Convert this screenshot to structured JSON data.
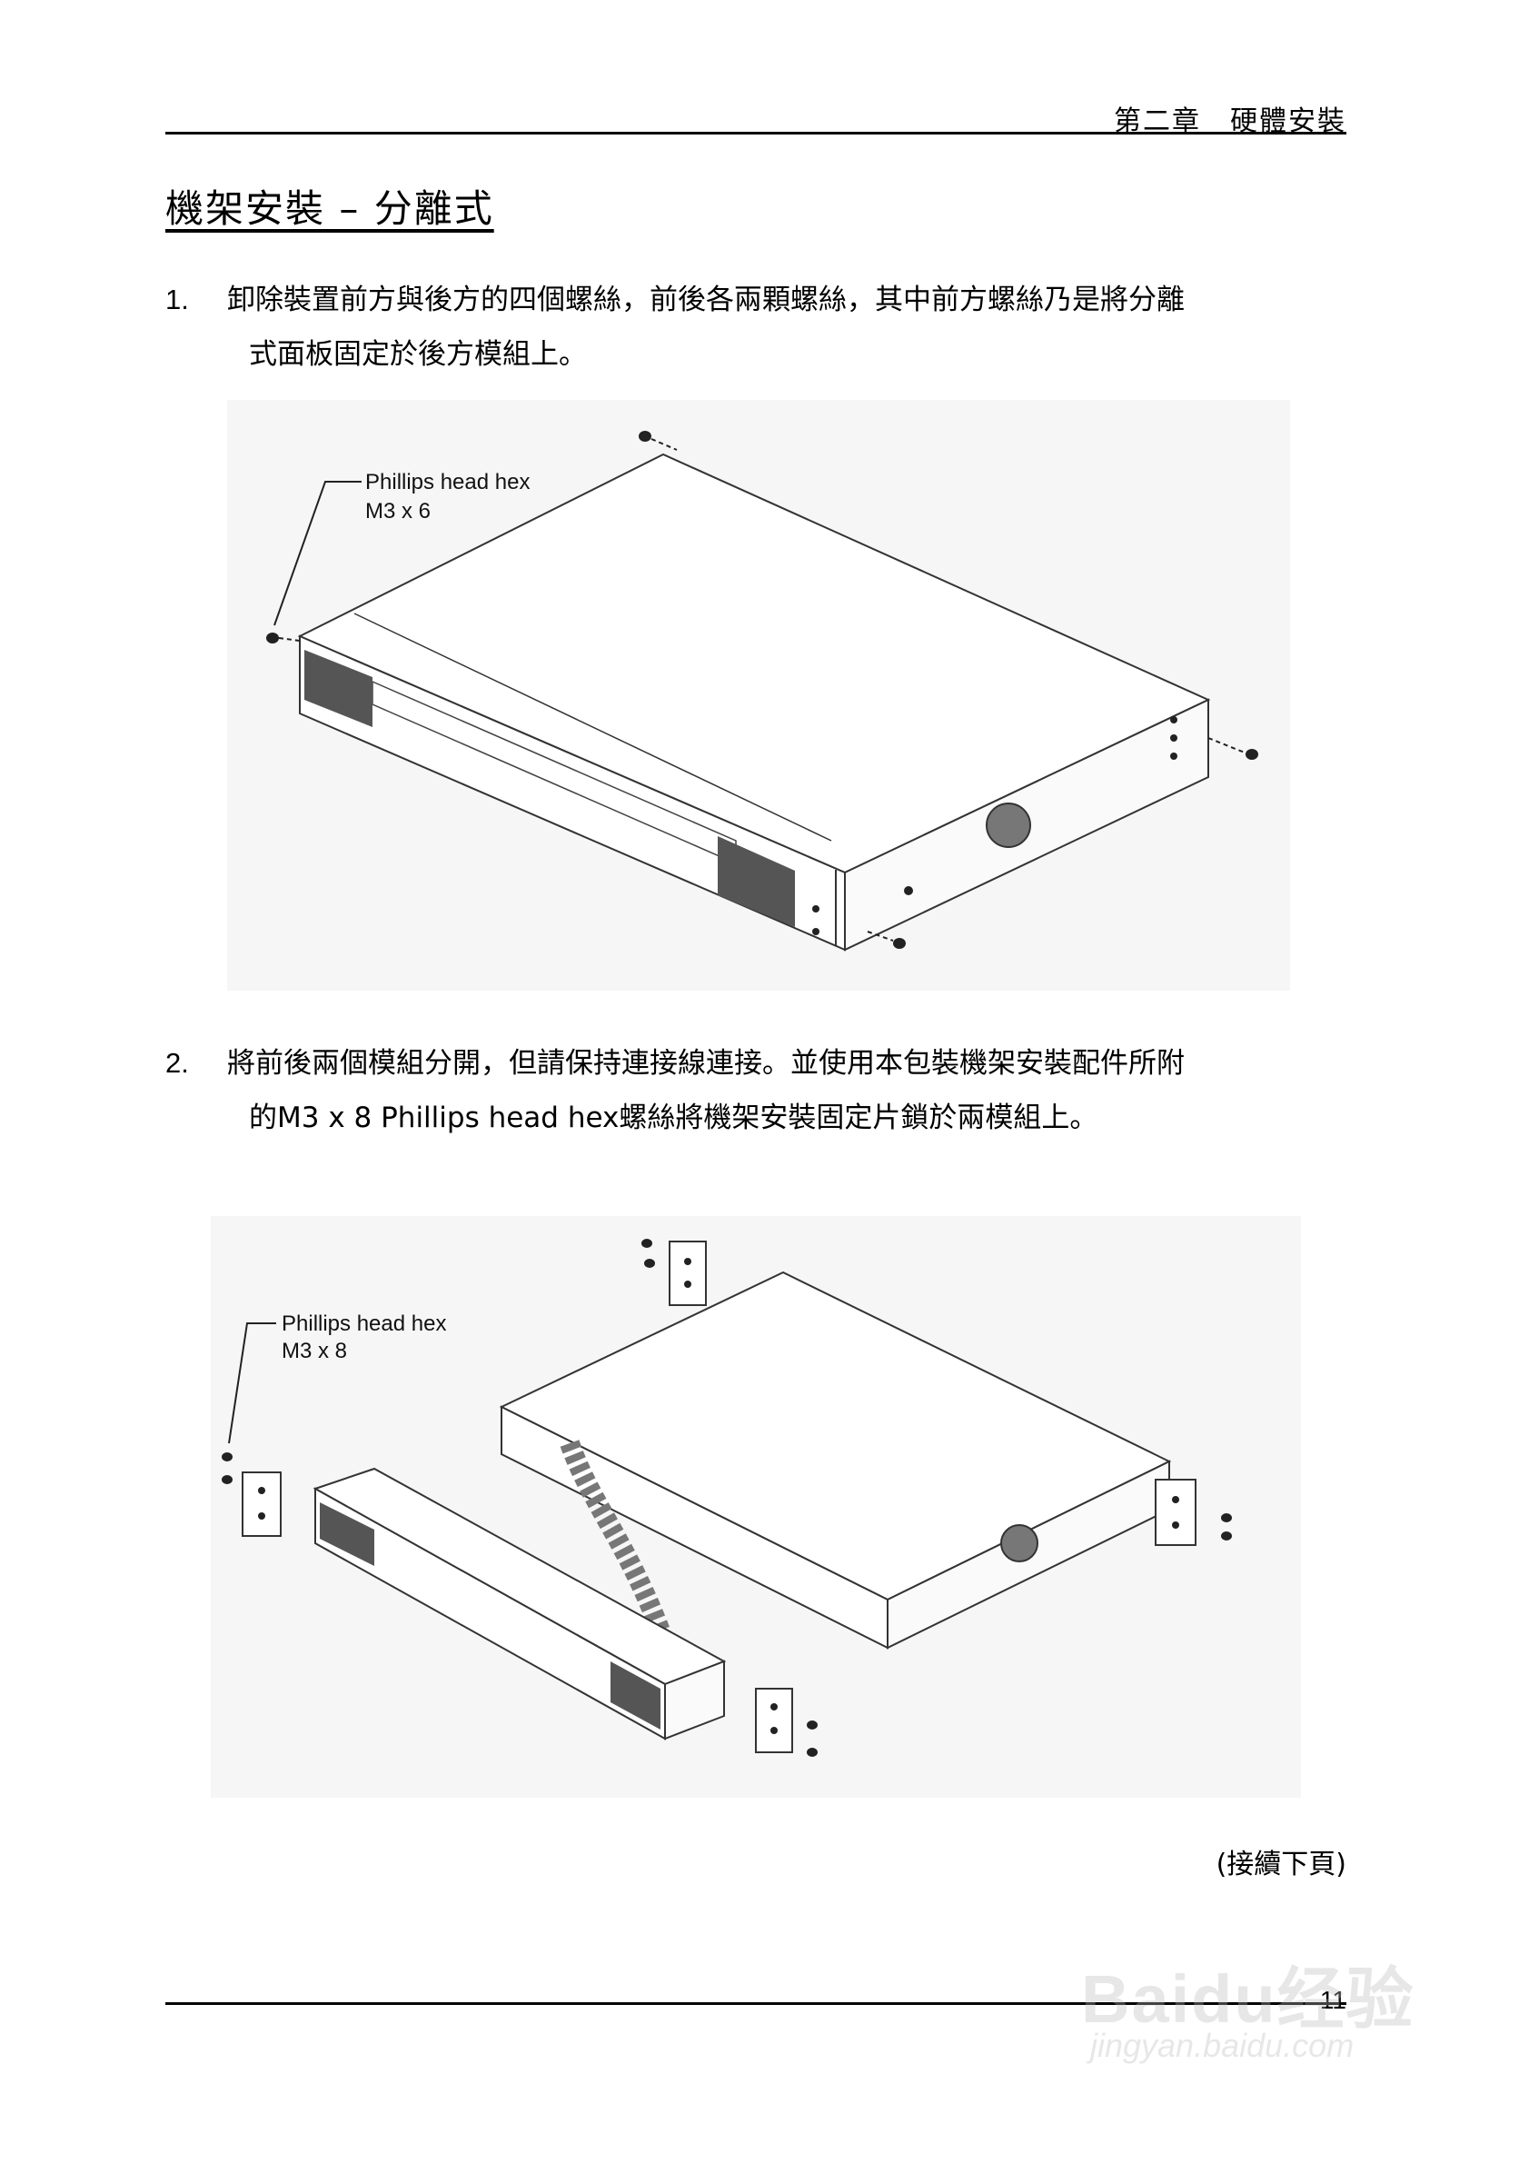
{
  "header": {
    "chapter": "第二章　硬體安裝"
  },
  "section_title": "機架安裝 – 分離式",
  "steps": [
    {
      "number": "1.",
      "line1": "卸除裝置前方與後方的四個螺絲，前後各兩顆螺絲，其中前方螺絲乃是將分離",
      "line2": "式面板固定於後方模組上。"
    },
    {
      "number": "2.",
      "line1": "將前後兩個模組分開，但請保持連接線連接。並使用本包裝機架安裝配件所附",
      "line2": "的M3 x 8 Phillips head hex螺絲將機架安裝固定片鎖於兩模組上。"
    }
  ],
  "figures": [
    {
      "label_line1": "Phillips head hex",
      "label_line2": "M3 x 6"
    },
    {
      "label_line1": "Phillips head hex",
      "label_line2": "M3 x 8"
    }
  ],
  "continued": "(接續下頁)",
  "page_number": "11",
  "watermark": {
    "brand": "Baidu经验",
    "url": "jingyan.baidu.com"
  }
}
